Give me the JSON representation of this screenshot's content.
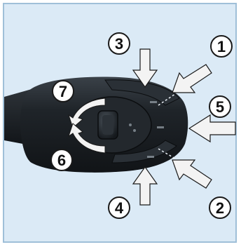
{
  "figure": {
    "description_colors": {
      "frame_bg": "#dbeaf6",
      "stalk": "#1c2024",
      "arrow_fill": "#f3f3f3",
      "callout_fill": "#ffffff"
    },
    "callouts": [
      {
        "id": "1",
        "label": "1"
      },
      {
        "id": "2",
        "label": "2"
      },
      {
        "id": "3",
        "label": "3"
      },
      {
        "id": "4",
        "label": "4"
      },
      {
        "id": "5",
        "label": "5"
      },
      {
        "id": "6",
        "label": "6"
      },
      {
        "id": "7",
        "label": "7"
      }
    ]
  }
}
